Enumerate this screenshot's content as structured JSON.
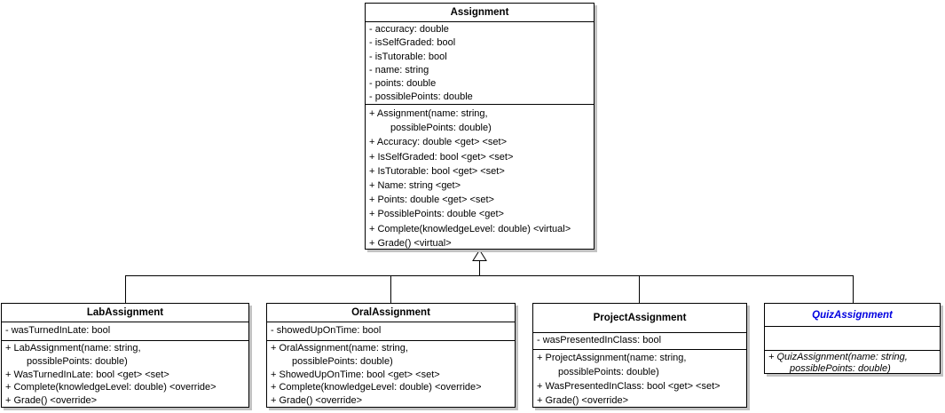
{
  "diagram_type": "uml-class-diagram",
  "colors": {
    "background": "#ffffff",
    "box_fill": "#ffffff",
    "border": "#000000",
    "text": "#000000",
    "shadow": "#c2c2c2",
    "quiz_accent": "#0000e0"
  },
  "classes": [
    {
      "name": "Assignment",
      "attributes": [
        "- accuracy: double",
        "- isSelfGraded: bool",
        "- isTutorable: bool",
        "- name: string",
        "- points: double",
        "- possiblePoints: double"
      ],
      "methods": [
        "+ Assignment(name: string,",
        "possiblePoints: double)",
        "+ Accuracy: double <get> <set>",
        "+ IsSelfGraded: bool <get> <set>",
        "+ IsTutorable: bool <get> <set>",
        "+ Name: string <get>",
        "+ Points: double <get> <set>",
        "+ PossiblePoints: double <get>",
        "+ Complete(knowledgeLevel: double) <virtual>",
        "+ Grade() <virtual>"
      ]
    },
    {
      "name": "LabAssignment",
      "attributes": [
        "- wasTurnedInLate: bool"
      ],
      "methods": [
        "+ LabAssignment(name: string,",
        "possiblePoints: double)",
        "+ WasTurnedInLate: bool <get> <set>",
        "+ Complete(knowledgeLevel: double) <override>",
        "+ Grade() <override>"
      ]
    },
    {
      "name": "OralAssignment",
      "attributes": [
        "- showedUpOnTime: bool"
      ],
      "methods": [
        "+ OralAssignment(name: string,",
        "possiblePoints: double)",
        "+ ShowedUpOnTime: bool <get> <set>",
        "+ Complete(knowledgeLevel: double) <override>",
        "+ Grade() <override>"
      ]
    },
    {
      "name": "ProjectAssignment",
      "attributes": [
        "- wasPresentedInClass: bool"
      ],
      "methods": [
        "+ ProjectAssignment(name: string,",
        "possiblePoints: double)",
        "+ WasPresentedInClass: bool <get> <set>",
        "+ Grade() <override>"
      ]
    },
    {
      "name": "QuizAssignment",
      "attributes": [],
      "methods": [
        "+ QuizAssignment(name: string,",
        "possiblePoints: double)"
      ]
    }
  ],
  "relationships": [
    {
      "type": "generalization",
      "parent": "Assignment",
      "children": [
        "LabAssignment",
        "OralAssignment",
        "ProjectAssignment",
        "QuizAssignment"
      ]
    }
  ]
}
